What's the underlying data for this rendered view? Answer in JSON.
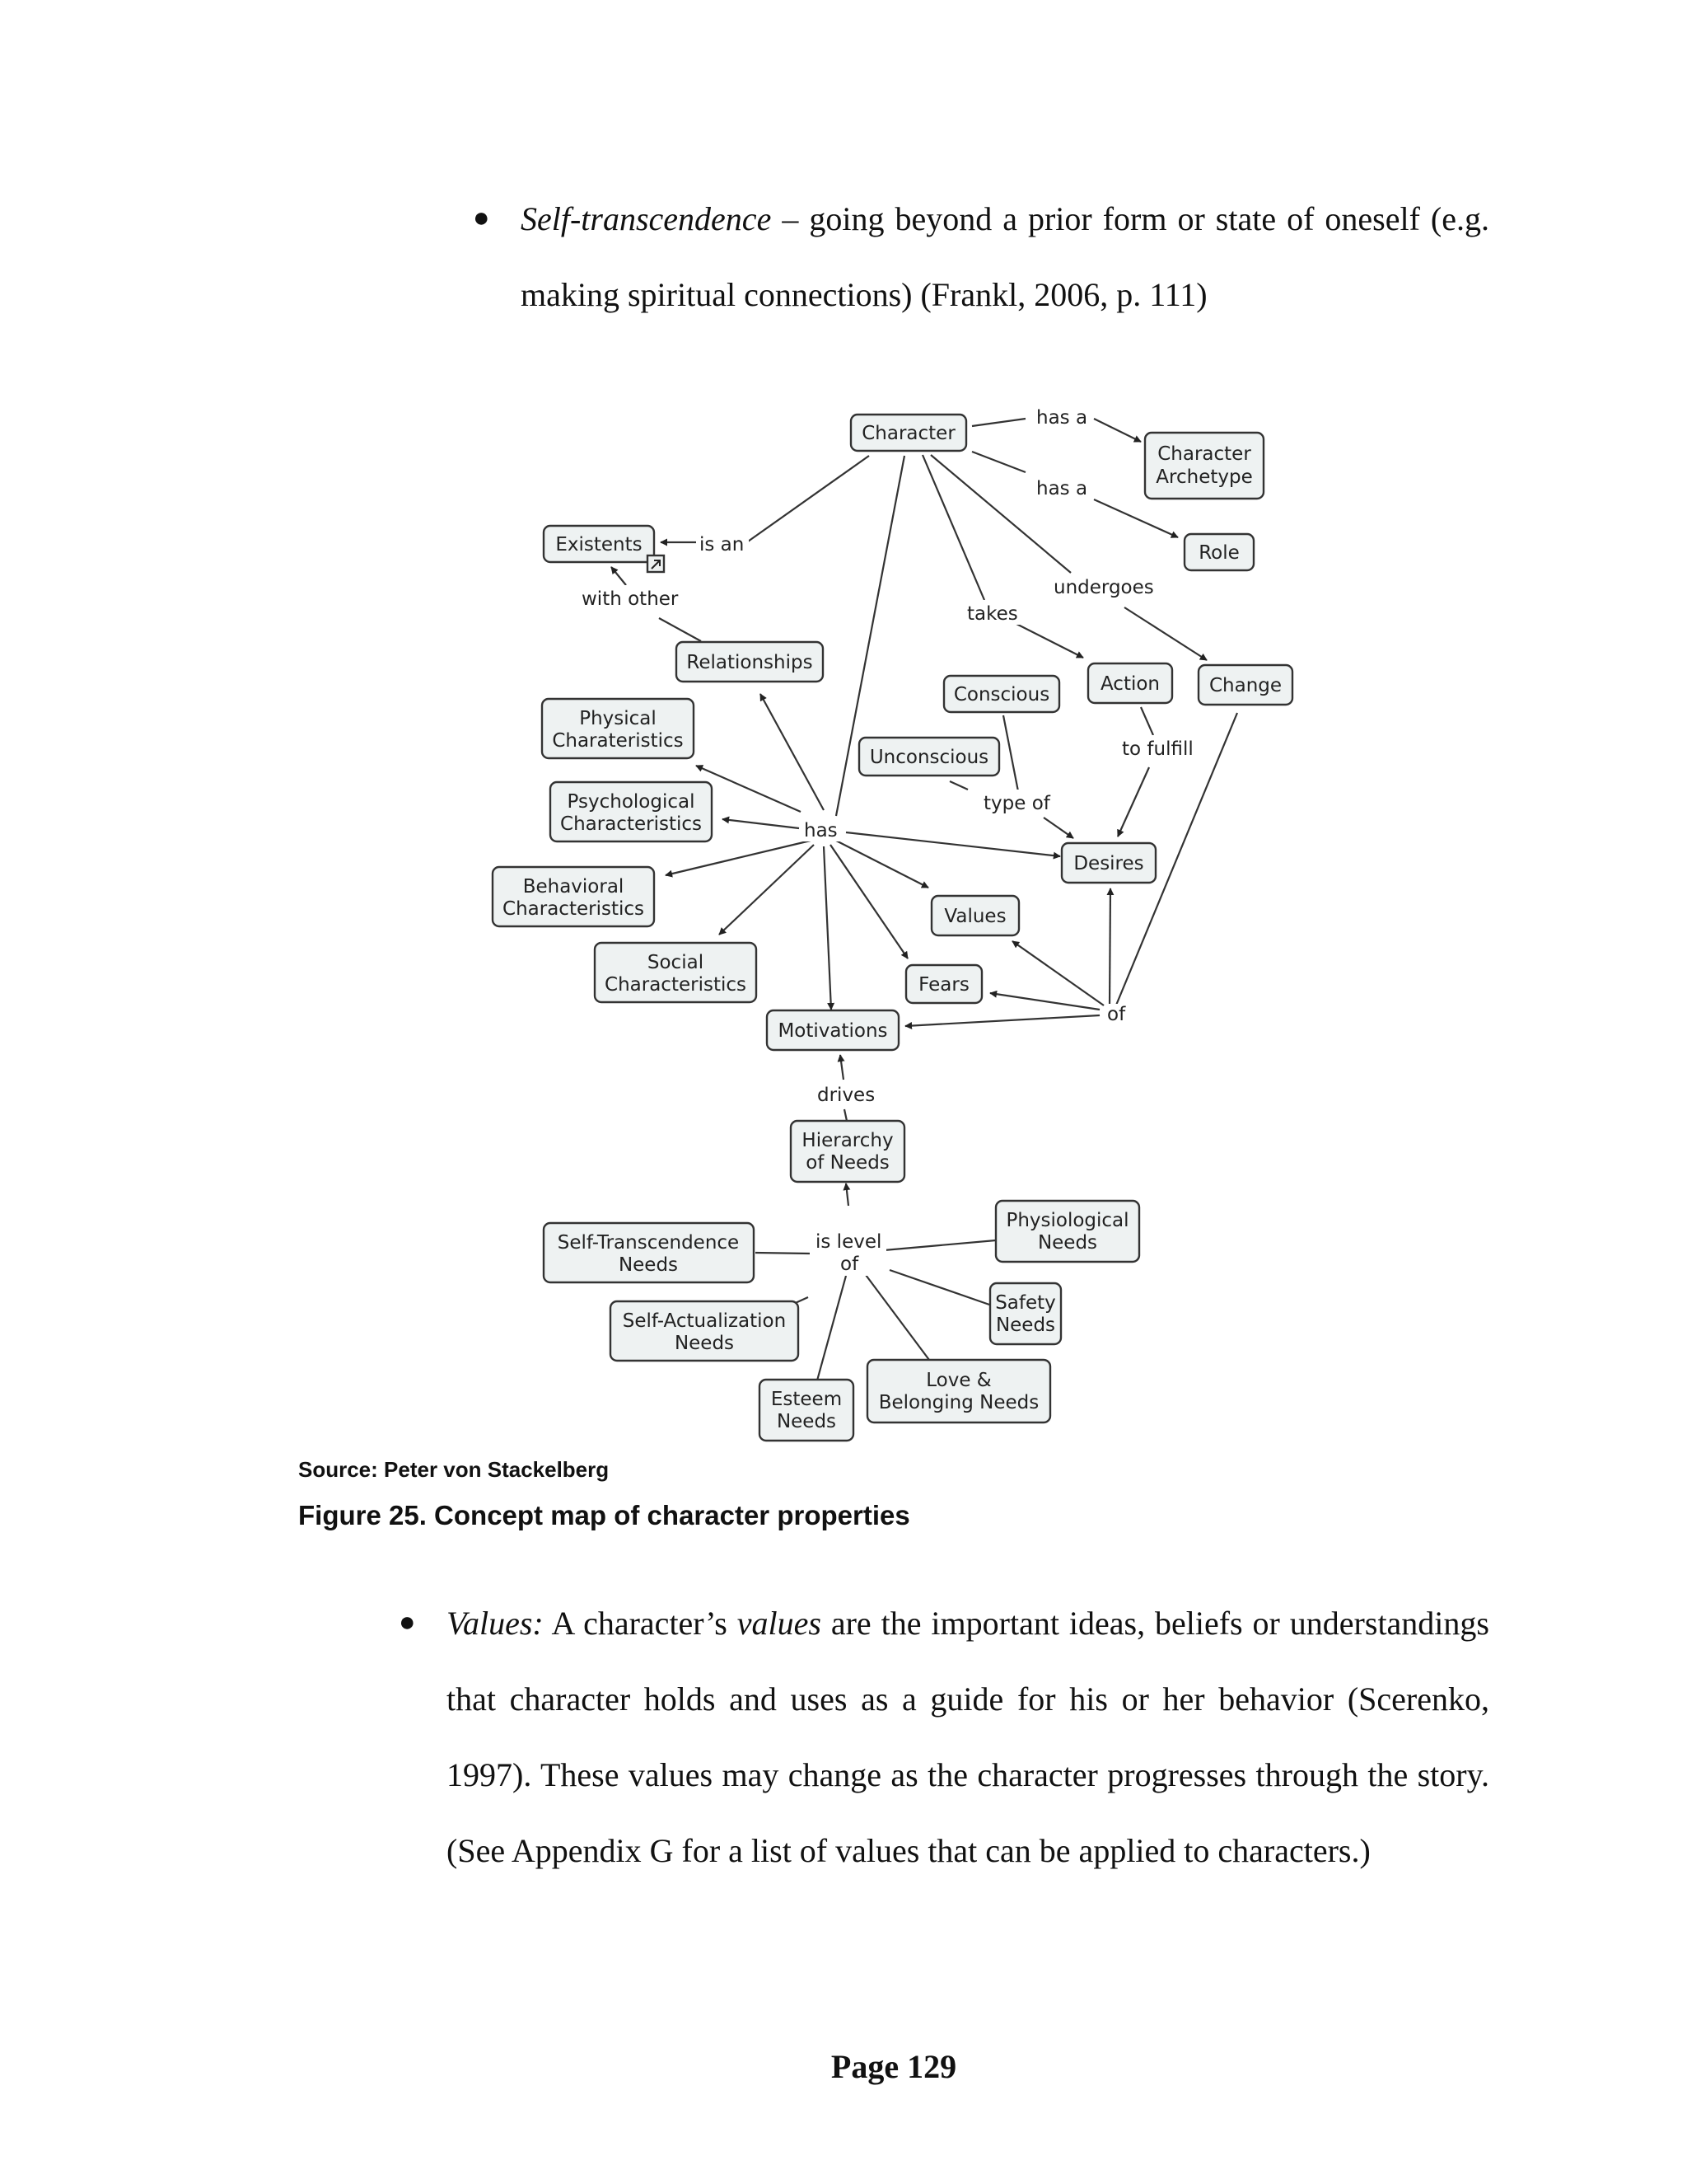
{
  "bullet1": {
    "term": "Self-transcendence",
    "line1_rest": " – going beyond a prior form or state of oneself (e.g.",
    "line2": "making spiritual connections) (Frankl, 2006, p. 111)"
  },
  "diagram": {
    "nodes": {
      "character": "Character",
      "archetype_l1": "Character",
      "archetype_l2": "Archetype",
      "role": "Role",
      "existents": "Existents",
      "relationships": "Relationships",
      "action": "Action",
      "change": "Change",
      "conscious": "Conscious",
      "unconscious": "Unconscious",
      "physical_l1": "Physical",
      "physical_l2": "Charateristics",
      "psychological_l1": "Psychological",
      "psychological_l2": "Characteristics",
      "behavioral_l1": "Behavioral",
      "behavioral_l2": "Characteristics",
      "social_l1": "Social",
      "social_l2": "Characteristics",
      "desires": "Desires",
      "values": "Values",
      "fears": "Fears",
      "motivations": "Motivations",
      "hierarchy_l1": "Hierarchy",
      "hierarchy_l2": "of Needs",
      "self_trans_l1": "Self-Transcendence",
      "self_trans_l2": "Needs",
      "physiological_l1": "Physiological",
      "physiological_l2": "Needs",
      "self_act_l1": "Self-Actualization",
      "self_act_l2": "Needs",
      "safety_l1": "Safety",
      "safety_l2": "Needs",
      "esteem_l1": "Esteem",
      "esteem_l2": "Needs",
      "love_l1": "Love &",
      "love_l2": "Belonging Needs"
    },
    "labels": {
      "has_a_1": "has a",
      "has_a_2": "has a",
      "is_an": "is an",
      "with_other": "with other",
      "takes": "takes",
      "undergoes": "undergoes",
      "to_fulfill": "to fulfill",
      "type_of": "type of",
      "has": "has",
      "of": "of",
      "drives": "drives",
      "is_level": "is level",
      "of2": "of"
    }
  },
  "source": "Source: Peter von Stackelberg",
  "caption": "Figure 25. Concept map of character properties",
  "bullet2": {
    "term": "Values:",
    "l1_a": " A character’s ",
    "l1_term": "values",
    "l1_b": " are the important ideas, beliefs or understandings",
    "line2": "that character holds and uses as a guide for his or her behavior (Scerenko,",
    "line3": "1997). These values may change as the character progresses through the story.",
    "line4": "(See Appendix G for a list of values that can be applied to characters.)"
  },
  "page_number": "Page 129"
}
